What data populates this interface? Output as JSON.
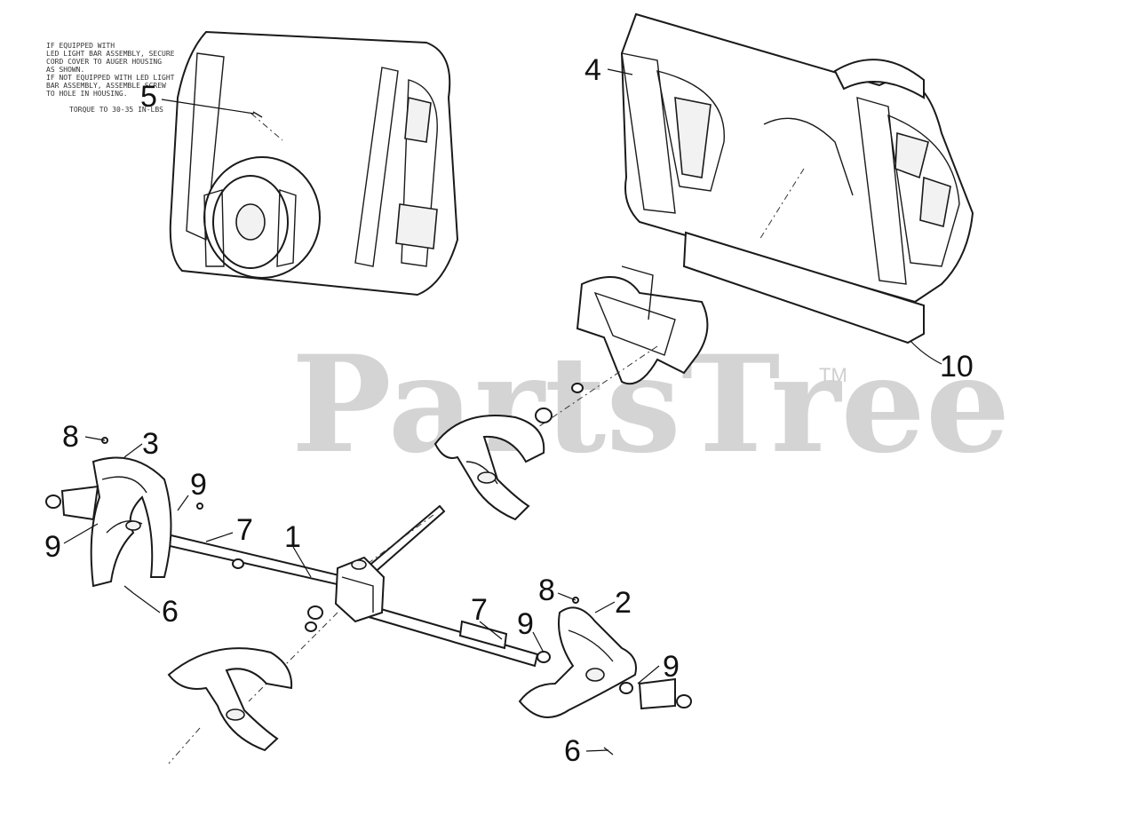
{
  "note": {
    "lines": [
      "IF EQUIPPED WITH",
      "LED LIGHT BAR ASSEMBLY, SECURE",
      "CORD COVER TO AUGER HOUSING",
      "AS SHOWN.",
      "IF NOT EQUIPPED WITH LED LIGHT",
      "BAR ASSEMBLY, ASSEMBLE SCREW",
      "TO HOLE IN HOUSING."
    ],
    "torque": "TORQUE TO 30-35 IN-LBS"
  },
  "watermark": {
    "brand": "PartsTree",
    "trademark": "TM"
  },
  "callouts": [
    {
      "label": "5"
    },
    {
      "label": "4"
    },
    {
      "label": "10"
    },
    {
      "label": "8"
    },
    {
      "label": "3"
    },
    {
      "label": "9"
    },
    {
      "label": "9"
    },
    {
      "label": "7"
    },
    {
      "label": "1"
    },
    {
      "label": "6"
    },
    {
      "label": "8"
    },
    {
      "label": "2"
    },
    {
      "label": "7"
    },
    {
      "label": "9"
    },
    {
      "label": "9"
    },
    {
      "label": "6"
    }
  ]
}
